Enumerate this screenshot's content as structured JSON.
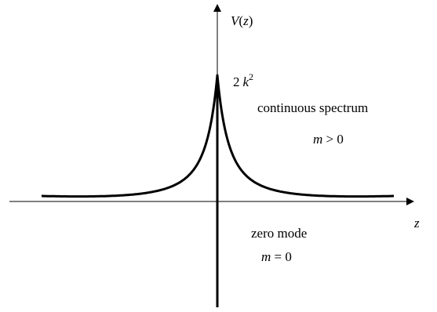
{
  "labels": {
    "potential_prefix": "V",
    "potential_paren_open": "(",
    "potential_var": "z",
    "potential_paren_close": ")",
    "peak_coefficient": "2",
    "peak_var": "k",
    "peak_exponent": "2",
    "x_axis": "z",
    "continuous_spectrum": "continuous spectrum",
    "continuous_m": "m",
    "continuous_condition": " > 0",
    "zero_mode": "zero mode",
    "zero_m": "m",
    "zero_condition": " = 0"
  },
  "colors": {
    "ink": "#000000",
    "background": "#ffffff"
  }
}
